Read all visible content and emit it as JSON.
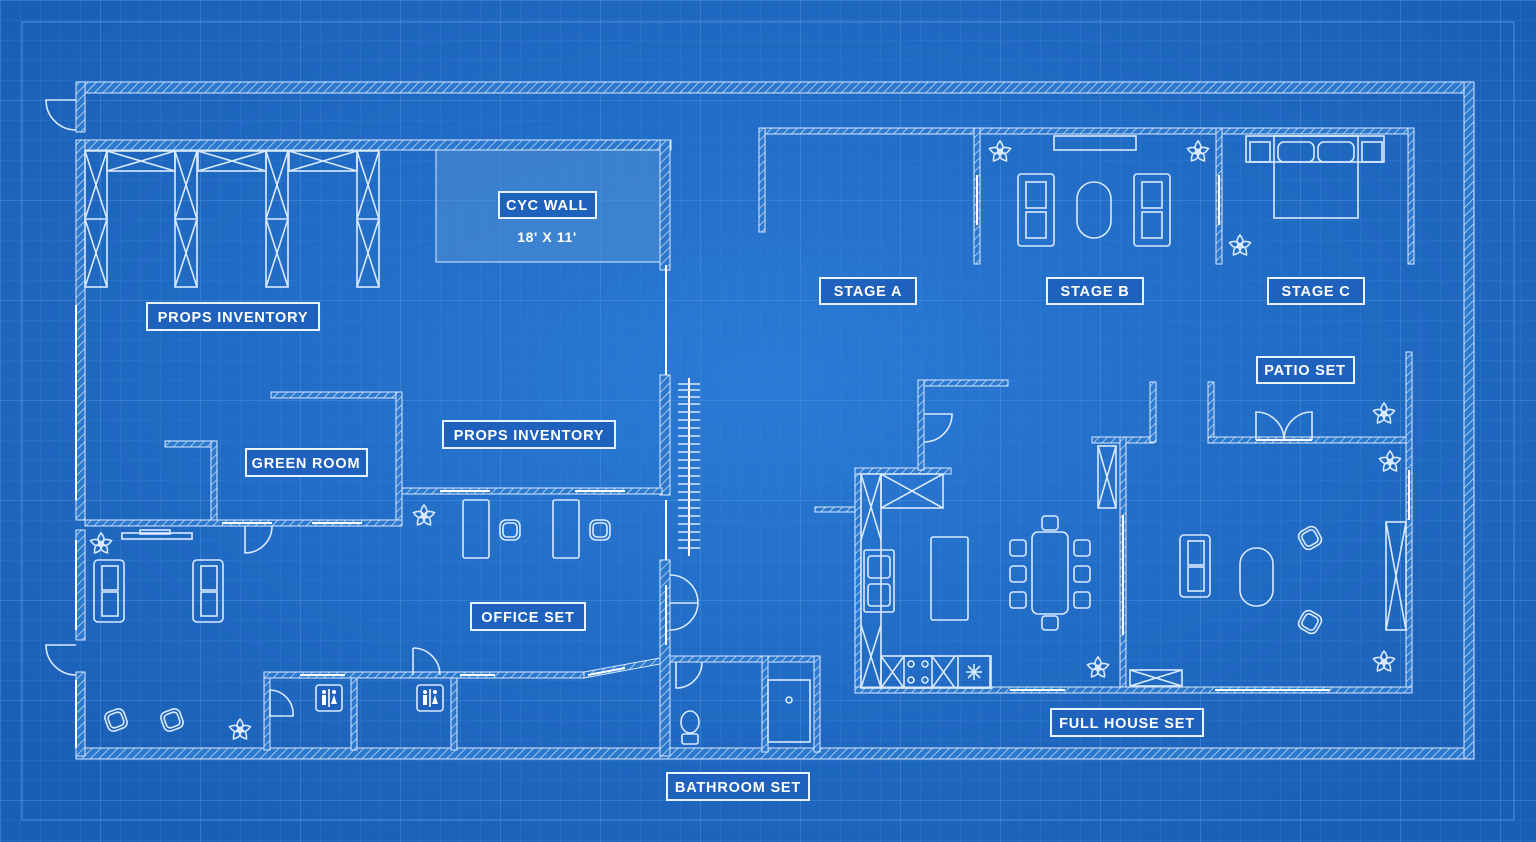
{
  "labels": {
    "props_inventory_1": "PROPS INVENTORY",
    "cyc_wall": "CYC WALL",
    "cyc_wall_size": "18' X 11'",
    "green_room": "GREEN ROOM",
    "props_inventory_2": "PROPS INVENTORY",
    "office_set": "OFFICE SET",
    "bathroom_set": "BATHROOM SET",
    "stage_a": "STAGE A",
    "stage_b": "STAGE B",
    "stage_c": "STAGE C",
    "patio_set": "PATIO SET",
    "full_house_set": "FULL HOUSE SET"
  },
  "colors": {
    "background": "#1f6bc2",
    "line": "#d9e9ff",
    "label_fill": "#1f62bd"
  },
  "icons": [
    "restroom-icon",
    "plant-icon",
    "chair-icon",
    "sofa-icon",
    "bed-icon",
    "toilet-icon",
    "stove-icon",
    "fridge-icon",
    "door-swing-icon"
  ]
}
